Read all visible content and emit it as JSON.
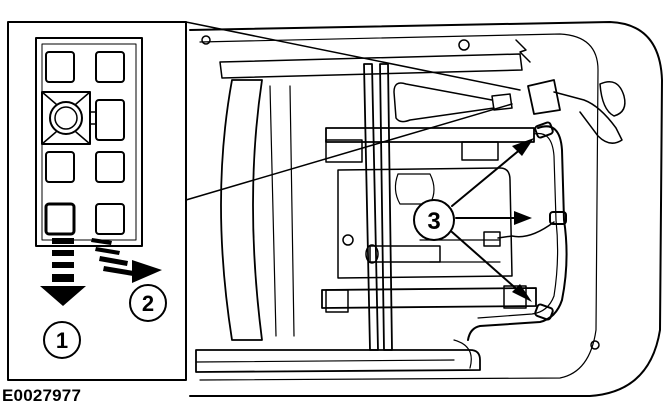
{
  "figure": {
    "id": "E0027977",
    "callouts": {
      "c1": "1",
      "c2": "2",
      "c3": "3"
    }
  },
  "colors": {
    "line": "#000000",
    "fill": "#ffffff"
  }
}
